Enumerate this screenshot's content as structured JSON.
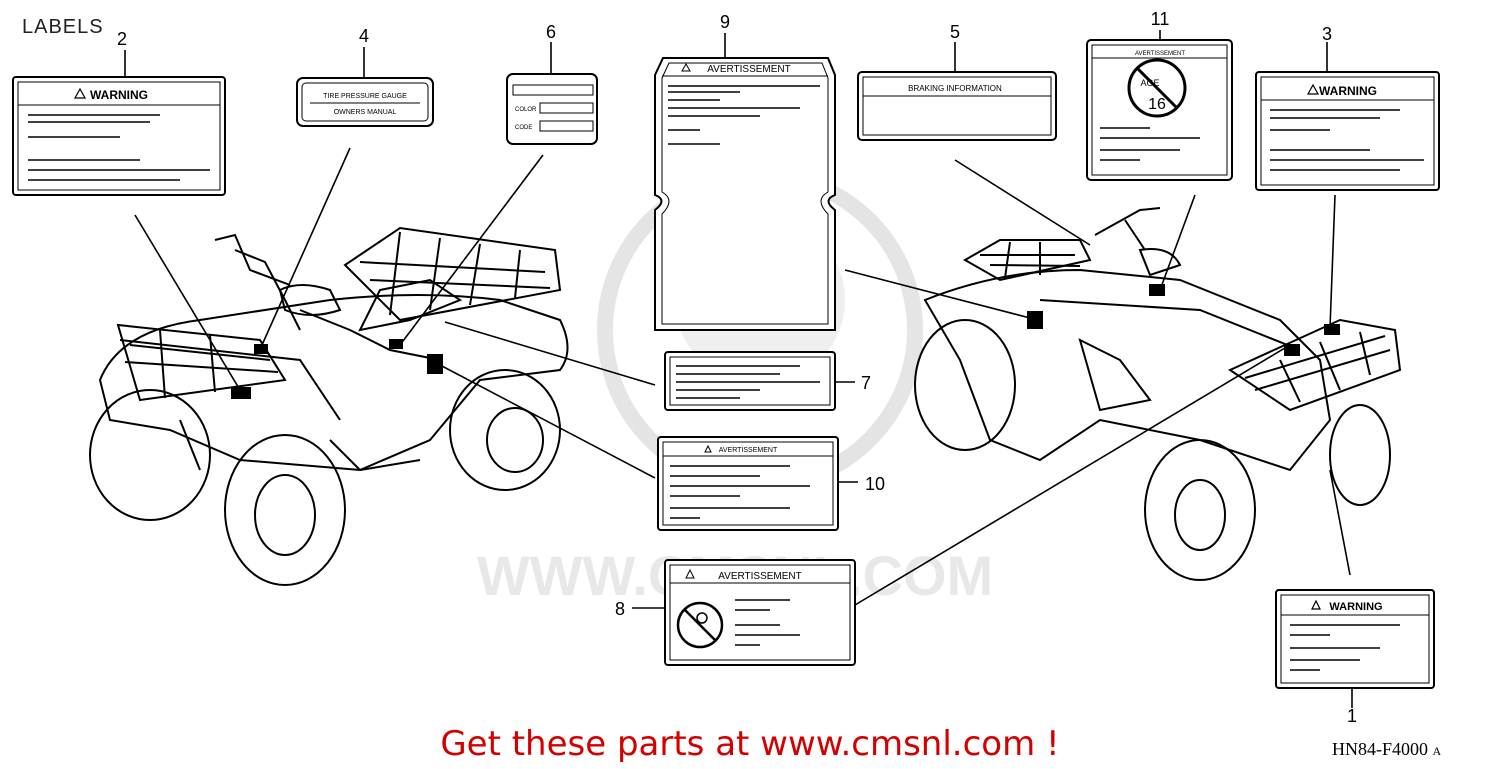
{
  "header": {
    "title": "LABELS"
  },
  "callouts": [
    {
      "number": "1"
    },
    {
      "number": "2"
    },
    {
      "number": "3"
    },
    {
      "number": "4"
    },
    {
      "number": "5"
    },
    {
      "number": "6"
    },
    {
      "number": "7"
    },
    {
      "number": "8"
    },
    {
      "number": "9"
    },
    {
      "number": "10"
    },
    {
      "number": "11"
    }
  ],
  "label_text": {
    "warning": "WARNING",
    "avertissement": "AVERTISSEMENT",
    "tire_pressure_gauge": "TIRE PRESSURE GAUGE",
    "owners_manual": "OWNERS MANUAL",
    "color": "COLOR",
    "code": "CODE",
    "braking_information": "BRAKING INFORMATION",
    "age_sign_top": "AGE",
    "age_sign_number": "16"
  },
  "watermark": {
    "text": "WWW.CMSNL.COM"
  },
  "footer": {
    "promo": "Get these parts at www.cmsnl.com !",
    "diagram_code": "HN84-F4000",
    "revision": "A"
  }
}
